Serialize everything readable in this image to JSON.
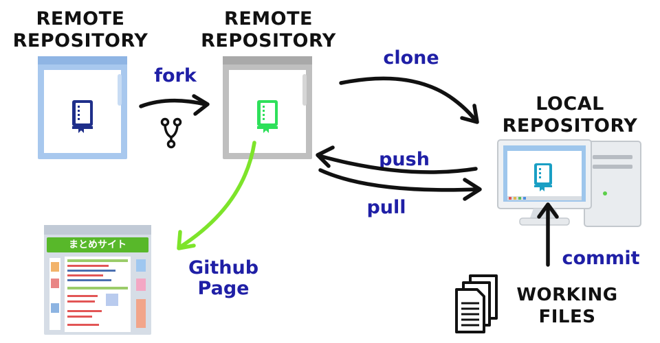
{
  "labels": {
    "remote_left": [
      "REMOTE",
      "REPOSITORY"
    ],
    "remote_center": [
      "REMOTE",
      "REPOSITORY"
    ],
    "local": [
      "LOCAL",
      "REPOSITORY"
    ],
    "working": [
      "WORKING",
      "FILES"
    ]
  },
  "actions": {
    "fork": "fork",
    "clone": "clone",
    "push": "push",
    "pull": "pull",
    "commit": "commit",
    "github_page": [
      "Github",
      "Page"
    ]
  },
  "site_title": "まとめサイト",
  "colors": {
    "action_text": "#1f1fa6",
    "label_text": "#111111",
    "arrow": "#111111",
    "pages_arrow": "#7de42a",
    "remote_left_frame": "#a8c8ee",
    "remote_center_frame": "#bfbfbf",
    "repo_icon_left": "#1f2f8a",
    "repo_icon_center": "#2ee05a",
    "repo_icon_local": "#1a9fc4",
    "site_banner": "#58b82a"
  },
  "icons": {
    "repo": "repository-book-icon",
    "fork": "fork-branch-icon",
    "files": "document-stack-icon",
    "computer": "desktop-computer-icon"
  }
}
